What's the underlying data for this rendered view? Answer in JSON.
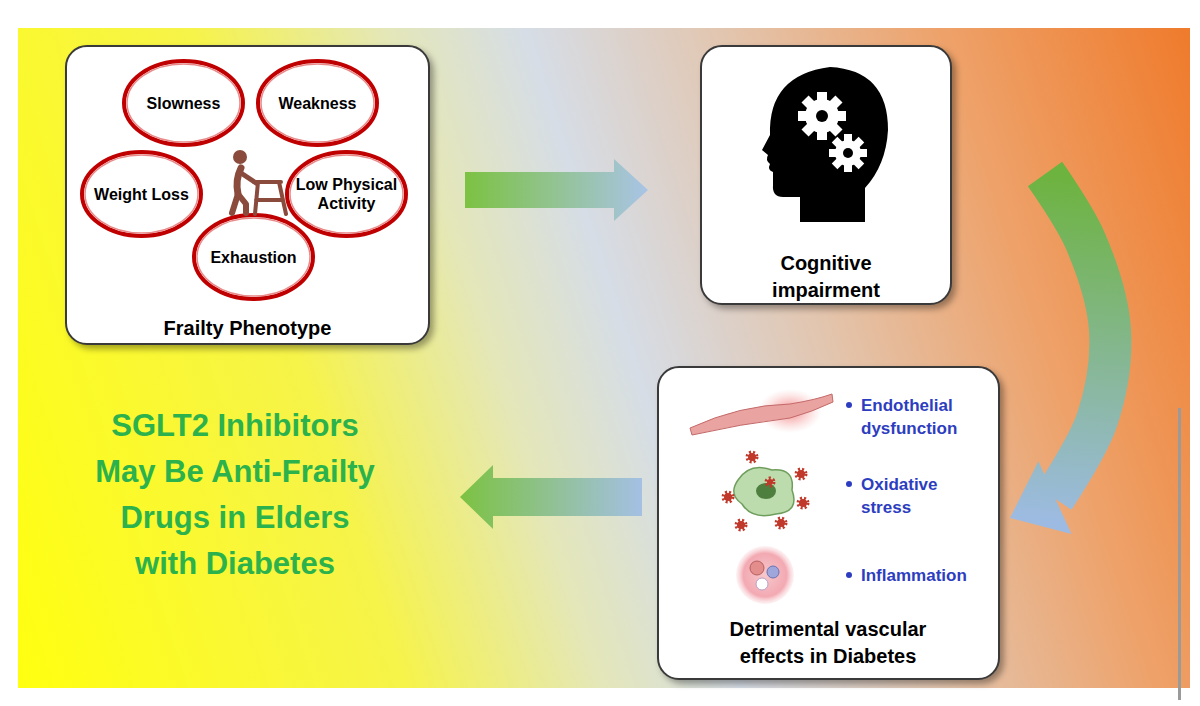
{
  "diagram": {
    "nodes": [
      {
        "text": [
          "Frailty Phenotype"
        ]
      },
      {
        "text": [
          "Slowness"
        ],
        "in": 0
      },
      {
        "text": [
          "Weakness"
        ],
        "in": 0
      },
      {
        "text": [
          "Weight Loss"
        ],
        "in": 0
      },
      {
        "text": [
          "Low Physical Activity"
        ],
        "in": 0
      },
      {
        "text": [
          "Exhaustion"
        ],
        "in": 0
      },
      {
        "text": [
          "Cognitive impairment"
        ]
      },
      {
        "text": [
          "Endothelial dysfunction",
          "Oxidative stress",
          "Inflammation",
          "Detrimental vascular effects in Diabetes"
        ]
      },
      {
        "text": [
          "SGLT2 Inhibitors May Be Anti-Frailty Drugs in Elders with Diabetes"
        ]
      }
    ],
    "edges": [
      {
        "from": 0,
        "to": 6,
        "arrow": "to"
      },
      {
        "from": 6,
        "to": 7,
        "arrow": "to"
      },
      {
        "from": 7,
        "to": 8,
        "arrow": "to"
      }
    ]
  }
}
